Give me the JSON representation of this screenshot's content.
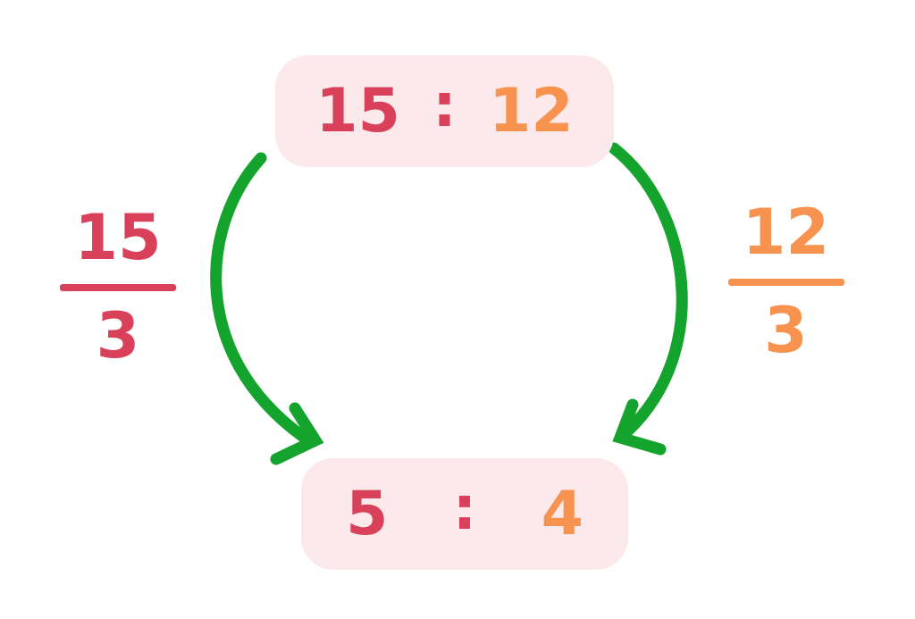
{
  "colors": {
    "red": "#D9405A",
    "orange": "#F8934F",
    "green": "#14A32C",
    "box_bg": "#FBE9EB",
    "page_bg": "#FFFFFF"
  },
  "top_ratio": {
    "antecedent": "15",
    "separator": ":",
    "consequent": "12"
  },
  "bottom_ratio": {
    "antecedent": "5",
    "separator": ":",
    "consequent": "4"
  },
  "left_operation": {
    "numerator": "15",
    "denominator": "3"
  },
  "right_operation": {
    "numerator": "12",
    "denominator": "3"
  },
  "icons": {
    "left_arrow": "curved-arrow-down-left",
    "right_arrow": "curved-arrow-down-right"
  }
}
